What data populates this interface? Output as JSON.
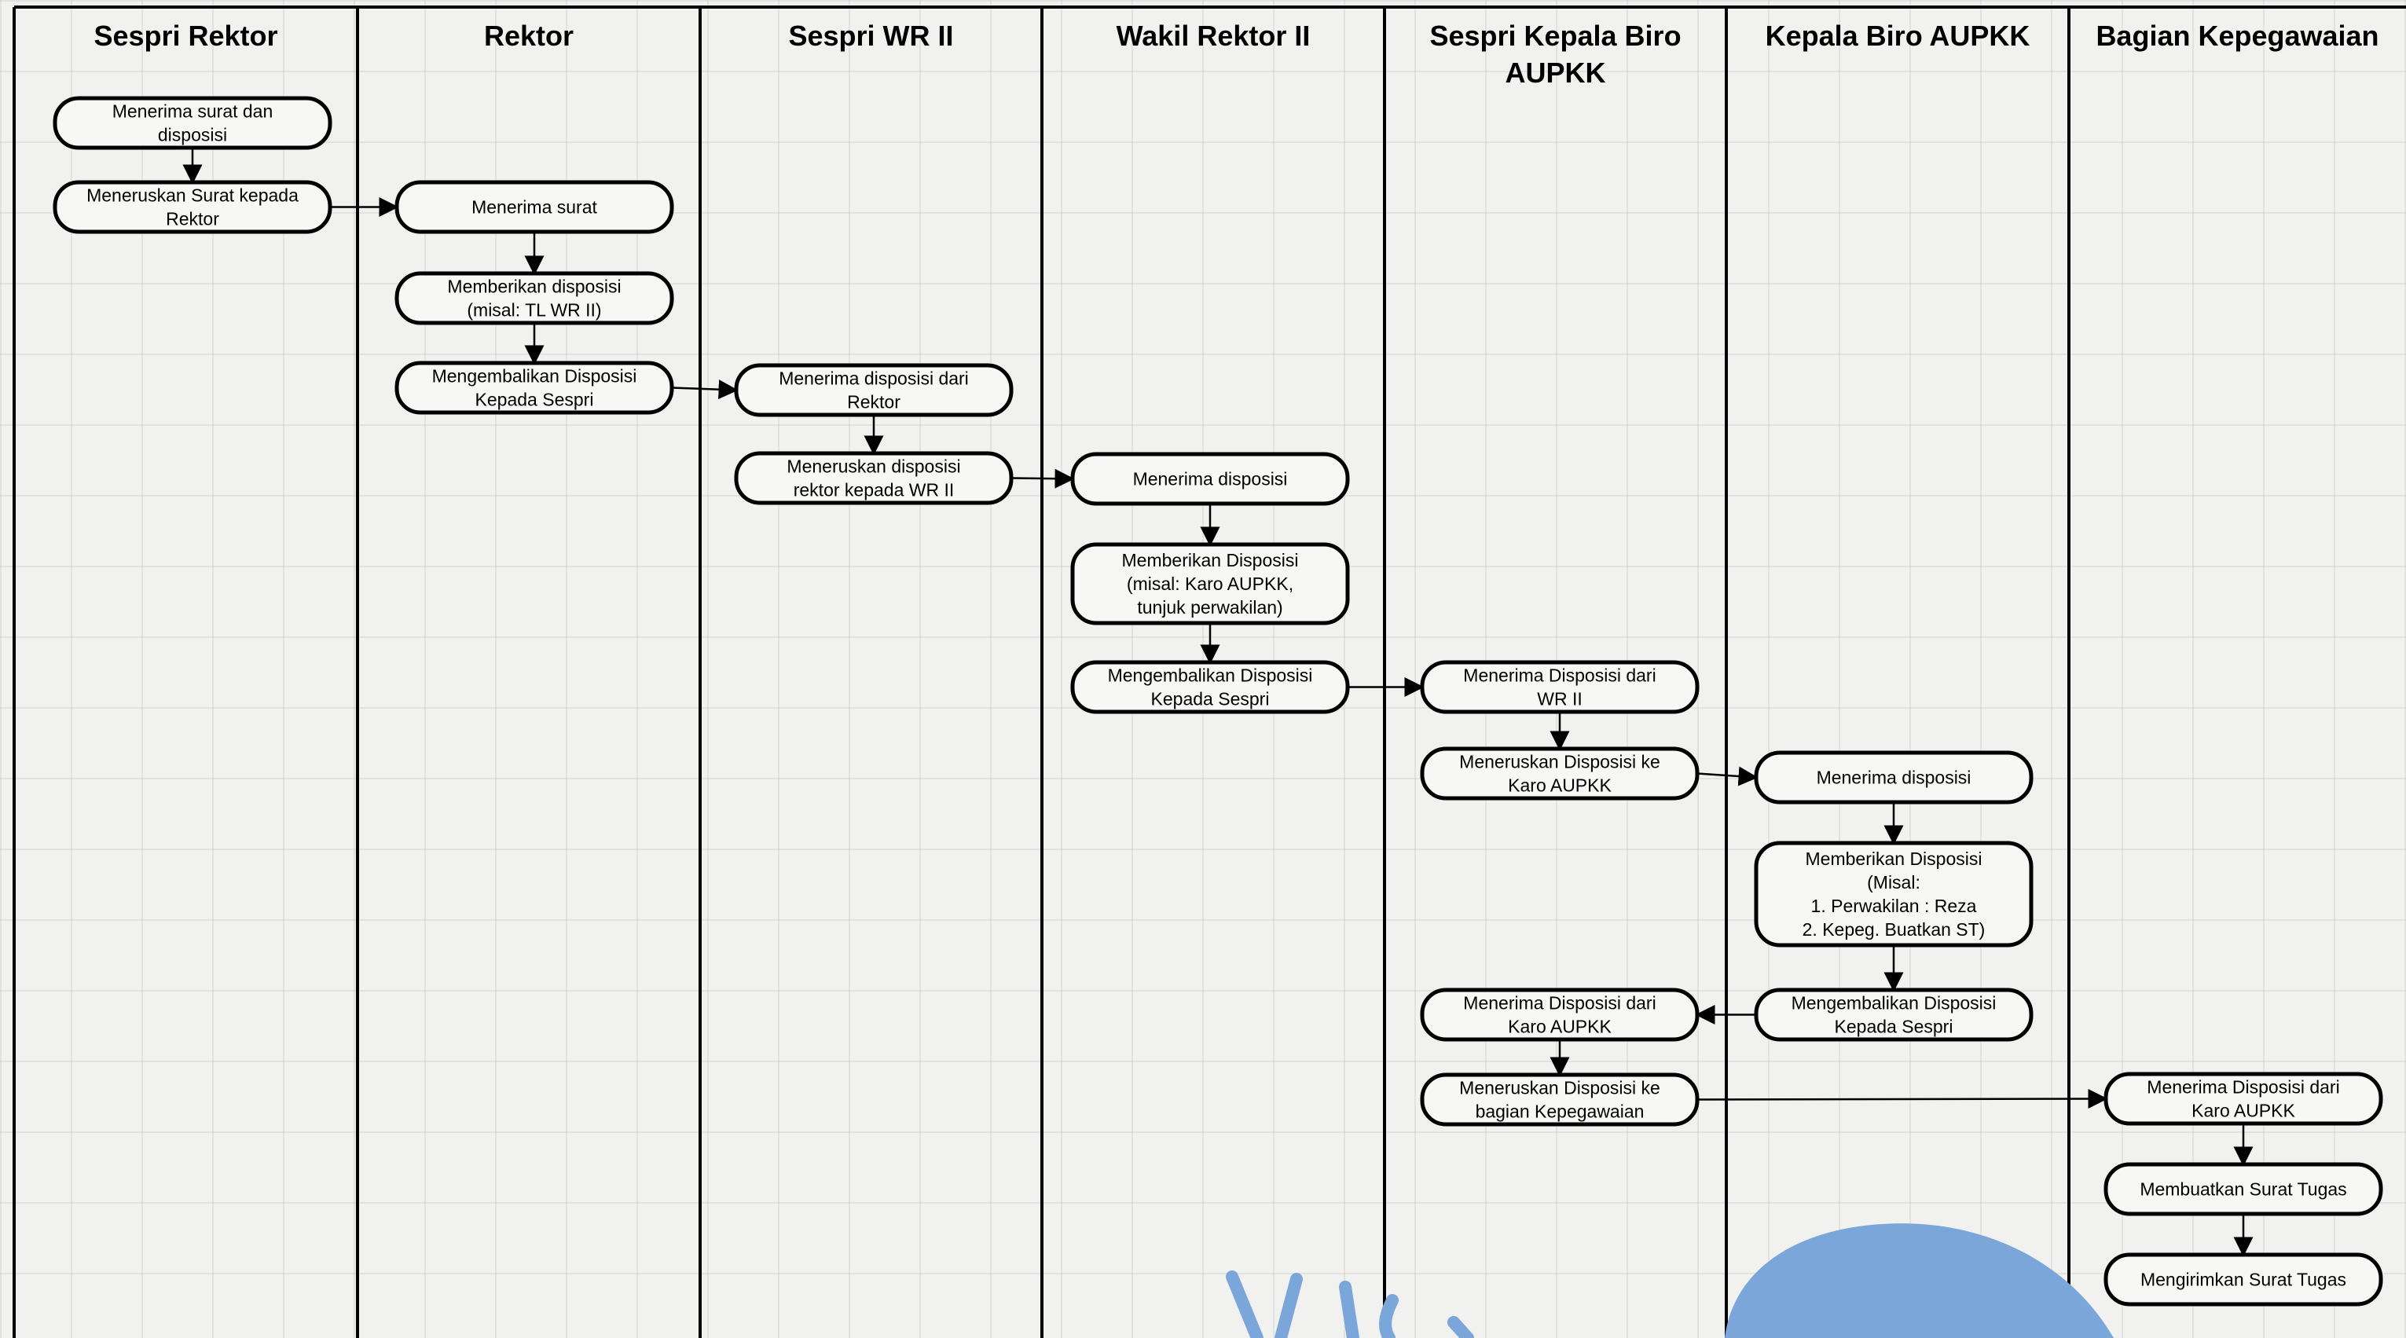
{
  "lanes": [
    {
      "id": "l1",
      "title": [
        "Sespri Rektor"
      ]
    },
    {
      "id": "l2",
      "title": [
        "Rektor"
      ]
    },
    {
      "id": "l3",
      "title": [
        "Sespri WR II"
      ]
    },
    {
      "id": "l4",
      "title": [
        "Wakil Rektor II"
      ]
    },
    {
      "id": "l5",
      "title": [
        "Sespri Kepala Biro",
        "AUPKK"
      ]
    },
    {
      "id": "l6",
      "title": [
        "Kepala Biro AUPKK"
      ]
    },
    {
      "id": "l7",
      "title": [
        "Bagian Kepegawaian"
      ]
    }
  ],
  "nodes": [
    {
      "id": "n1",
      "lane": "l1",
      "lines": [
        "Menerima surat dan",
        "disposisi"
      ]
    },
    {
      "id": "n2",
      "lane": "l1",
      "lines": [
        "Meneruskan Surat kepada",
        "Rektor"
      ]
    },
    {
      "id": "n3",
      "lane": "l2",
      "lines": [
        "Menerima surat"
      ]
    },
    {
      "id": "n4",
      "lane": "l2",
      "lines": [
        "Memberikan disposisi",
        "(misal: TL WR II)"
      ]
    },
    {
      "id": "n5",
      "lane": "l2",
      "lines": [
        "Mengembalikan Disposisi",
        "Kepada Sespri"
      ]
    },
    {
      "id": "n6",
      "lane": "l3",
      "lines": [
        "Menerima disposisi dari",
        "Rektor"
      ]
    },
    {
      "id": "n7",
      "lane": "l3",
      "lines": [
        "Meneruskan disposisi",
        "rektor kepada WR II"
      ]
    },
    {
      "id": "n8",
      "lane": "l4",
      "lines": [
        "Menerima disposisi"
      ]
    },
    {
      "id": "n9",
      "lane": "l4",
      "lines": [
        "Memberikan Disposisi",
        "(misal: Karo AUPKK,",
        "tunjuk perwakilan)"
      ]
    },
    {
      "id": "n10",
      "lane": "l4",
      "lines": [
        "Mengembalikan Disposisi",
        "Kepada Sespri"
      ]
    },
    {
      "id": "n11",
      "lane": "l5",
      "lines": [
        "Menerima Disposisi dari",
        "WR II"
      ]
    },
    {
      "id": "n12",
      "lane": "l5",
      "lines": [
        "Meneruskan Disposisi ke",
        "Karo AUPKK"
      ]
    },
    {
      "id": "n13",
      "lane": "l6",
      "lines": [
        "Menerima disposisi"
      ]
    },
    {
      "id": "n14",
      "lane": "l6",
      "lines": [
        "Memberikan Disposisi",
        "(Misal:",
        "1. Perwakilan : Reza",
        "2. Kepeg. Buatkan ST)"
      ]
    },
    {
      "id": "n15",
      "lane": "l6",
      "lines": [
        "Mengembalikan Disposisi",
        "Kepada Sespri"
      ]
    },
    {
      "id": "n16",
      "lane": "l5",
      "lines": [
        "Menerima Disposisi dari",
        "Karo AUPKK"
      ]
    },
    {
      "id": "n17",
      "lane": "l5",
      "lines": [
        "Meneruskan Disposisi ke",
        "bagian Kepegawaian"
      ]
    },
    {
      "id": "n18",
      "lane": "l7",
      "lines": [
        "Menerima Disposisi dari",
        "Karo AUPKK"
      ]
    },
    {
      "id": "n19",
      "lane": "l7",
      "lines": [
        "Membuatkan Surat Tugas"
      ]
    },
    {
      "id": "n20",
      "lane": "l7",
      "lines": [
        "Mengirimkan Surat Tugas"
      ]
    }
  ],
  "edges": [
    [
      "n1",
      "n2"
    ],
    [
      "n2",
      "n3"
    ],
    [
      "n3",
      "n4"
    ],
    [
      "n4",
      "n5"
    ],
    [
      "n5",
      "n6"
    ],
    [
      "n6",
      "n7"
    ],
    [
      "n7",
      "n8"
    ],
    [
      "n8",
      "n9"
    ],
    [
      "n9",
      "n10"
    ],
    [
      "n10",
      "n11"
    ],
    [
      "n11",
      "n12"
    ],
    [
      "n12",
      "n13"
    ],
    [
      "n13",
      "n14"
    ],
    [
      "n14",
      "n15"
    ],
    [
      "n15",
      "n16"
    ],
    [
      "n16",
      "n17"
    ],
    [
      "n17",
      "n18"
    ],
    [
      "n18",
      "n19"
    ],
    [
      "n19",
      "n20"
    ]
  ],
  "colors": {
    "line": "#000000",
    "box_fill": "#f7f7f5",
    "decoration": "#7ba6d9"
  }
}
